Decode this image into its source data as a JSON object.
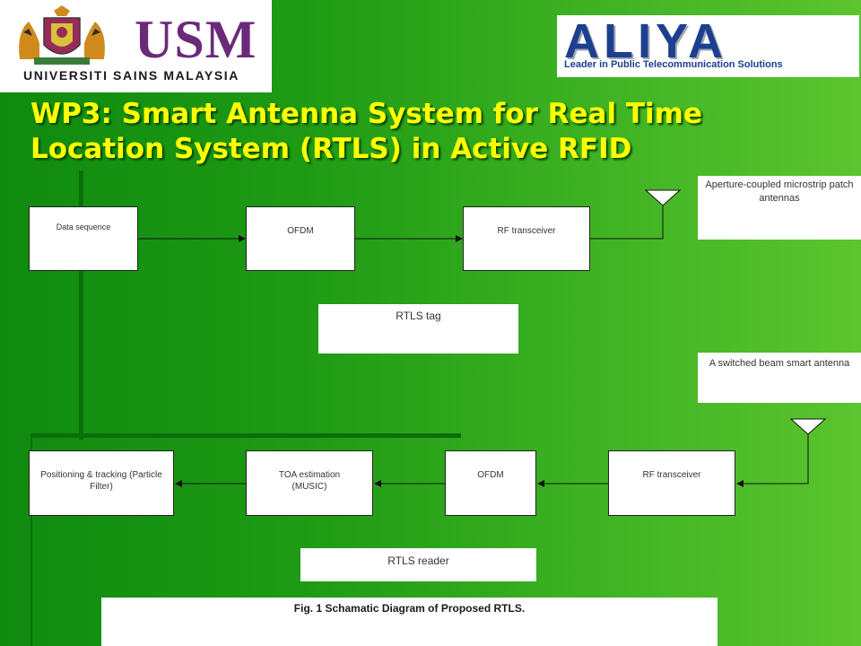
{
  "logos": {
    "left_name": "UNIVERSITI SAINS MALAYSIA",
    "left_mark": "USM",
    "right_name": "ALIYA",
    "right_tagline": "Leader in Public Telecommunication Solutions"
  },
  "slide": {
    "title": "WP3: Smart Antenna System for Real Time Location System (RTLS) in Active RFID"
  },
  "tag_chain": {
    "data_sequence": "Data sequence",
    "ofdm": "OFDM",
    "rf_transceiver": "RF transceiver",
    "antenna_note": "Aperture-coupled microstrip patch antennas",
    "label": "RTLS tag"
  },
  "reader_chain": {
    "antenna_note": "A switched beam smart antenna",
    "rf_transceiver": "RF transceiver",
    "ofdm": "OFDM",
    "toa": "TOA estimation (MUSIC)",
    "positioning": "Positioning & tracking (Particle Filter)",
    "label": "RTLS reader"
  },
  "caption": "Fig. 1 Schamatic Diagram of  Proposed RTLS.",
  "colors": {
    "background_dark": "#0f8a0f",
    "background_light": "#5cc42e",
    "title": "#ffff00",
    "usm_purple": "#6a2a7a",
    "aliya_blue": "#1d3f8f"
  }
}
